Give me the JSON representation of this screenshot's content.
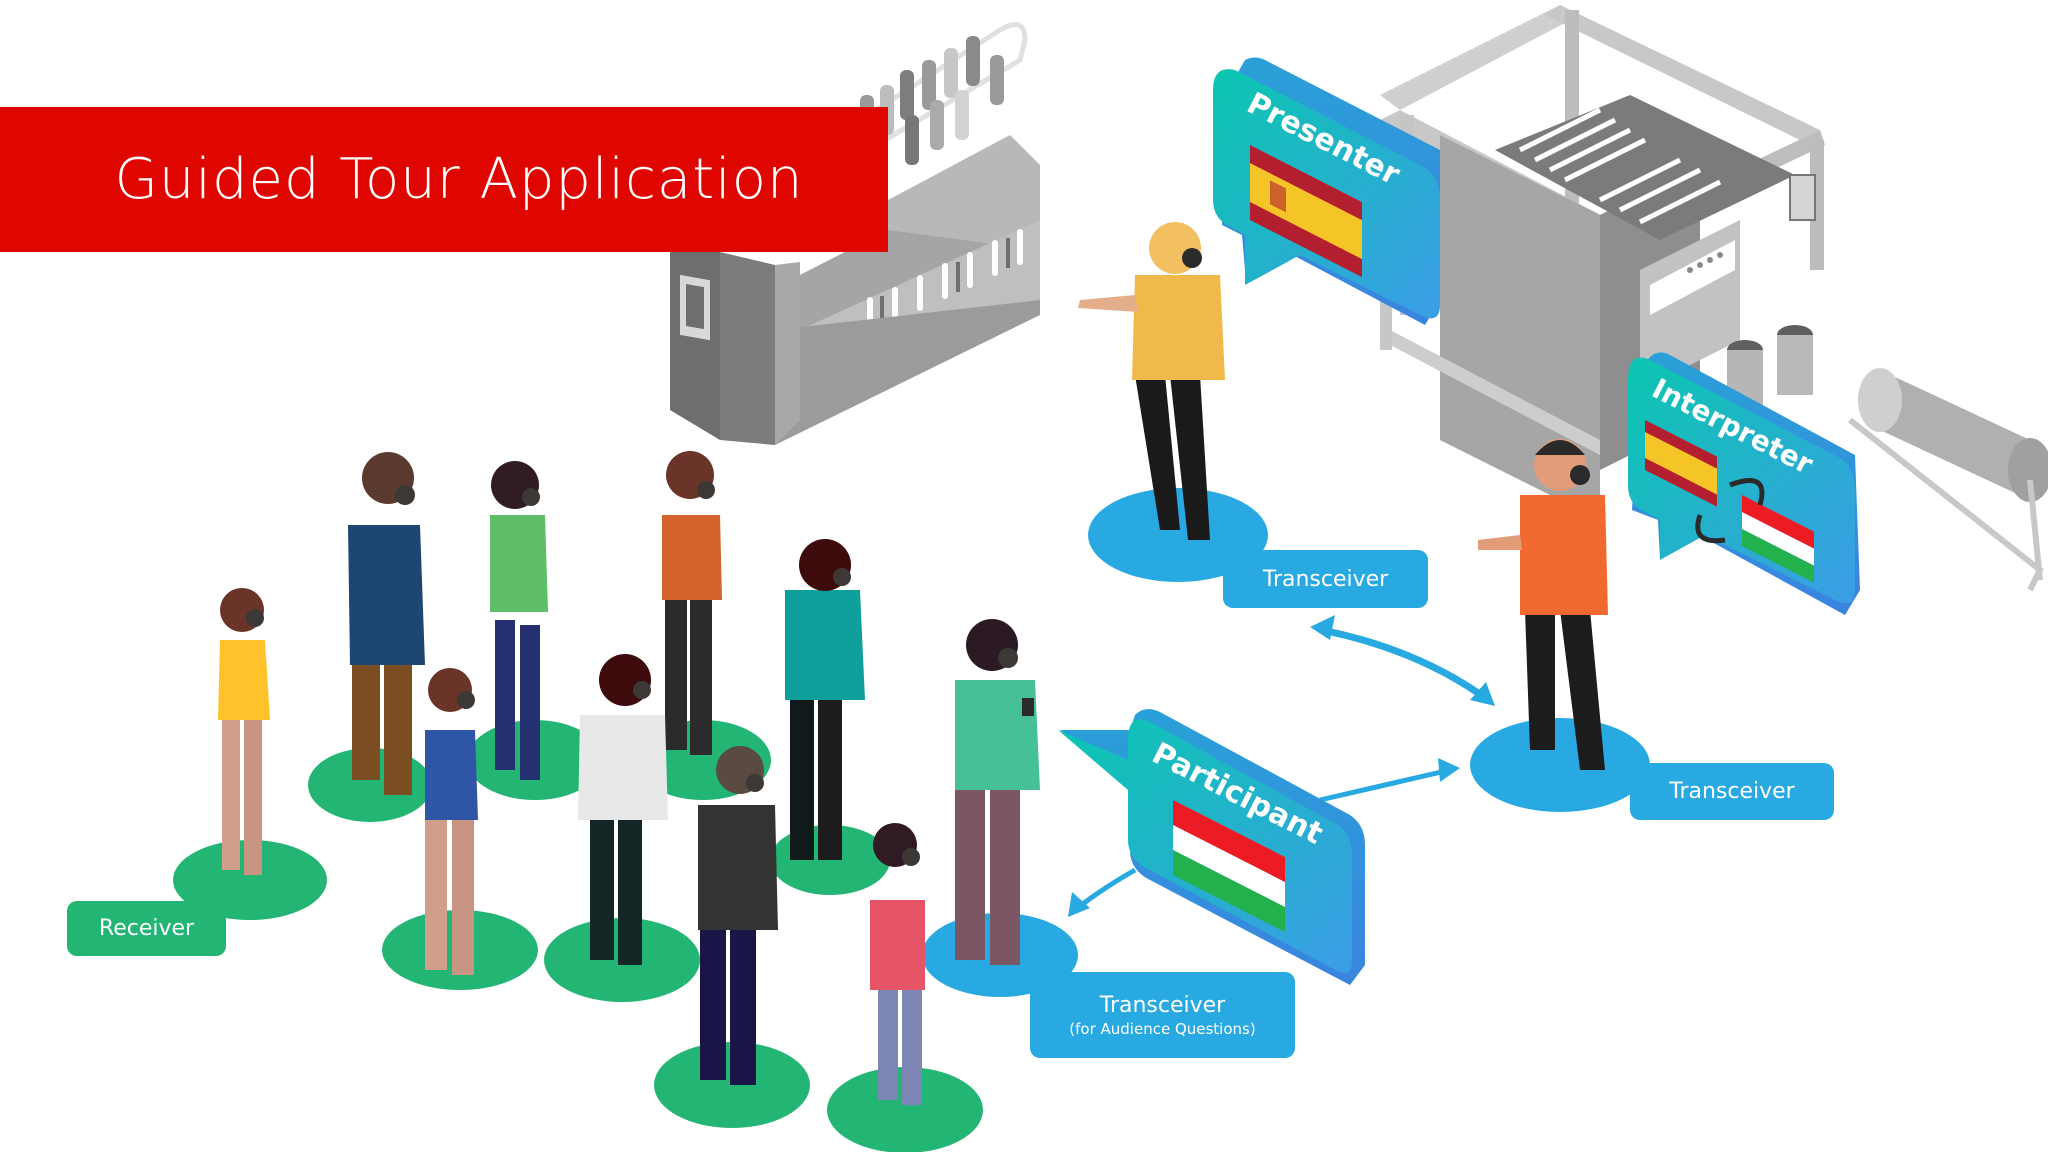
{
  "banner": {
    "title": "Guided Tour Application",
    "color": "#e00600"
  },
  "roles": {
    "presenter": {
      "title": "Presenter",
      "languages": [
        "Spanish"
      ],
      "flag_icons": [
        "spain-flag-icon"
      ]
    },
    "interpreter": {
      "title": "Interpreter",
      "languages": [
        "Spanish",
        "Hungarian"
      ],
      "flag_icons": [
        "spain-flag-icon",
        "hungary-flag-icon"
      ],
      "swap_icon": "swap-arrows-icon"
    },
    "participant": {
      "title": "Participant",
      "languages": [
        "Hungarian"
      ],
      "flag_icons": [
        "hungary-flag-icon"
      ]
    }
  },
  "device_labels": {
    "receiver": {
      "main": "Receiver"
    },
    "presenter_transceiver": {
      "main": "Transceiver"
    },
    "interpreter_transceiver": {
      "main": "Transceiver"
    },
    "audience_transceiver": {
      "main": "Transceiver",
      "sub": "(for Audience Questions)"
    }
  },
  "colors": {
    "receiver_green": "#23b574",
    "transceiver_blue": "#29a9e1",
    "bubble_gradient_start": "#0bc6b0",
    "bubble_gradient_end": "#3b8fe6",
    "machine_gray": "#a8a8a8",
    "spain_red": "#b31f2e",
    "spain_yellow": "#f5c427",
    "hungary_red": "#ed1c24",
    "hungary_white": "#ffffff",
    "hungary_green": "#22b14c"
  }
}
